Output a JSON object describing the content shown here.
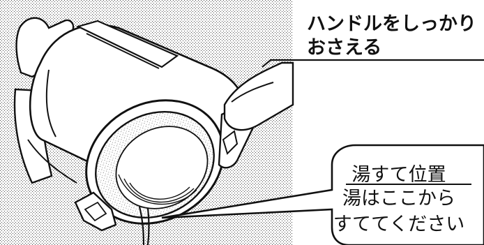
{
  "instruction": {
    "line1": "ハンドルをしっかり",
    "line2": "おさえる"
  },
  "callout": {
    "title": "湯すて位置",
    "line1": "湯はここから",
    "line2": "すててください"
  }
}
